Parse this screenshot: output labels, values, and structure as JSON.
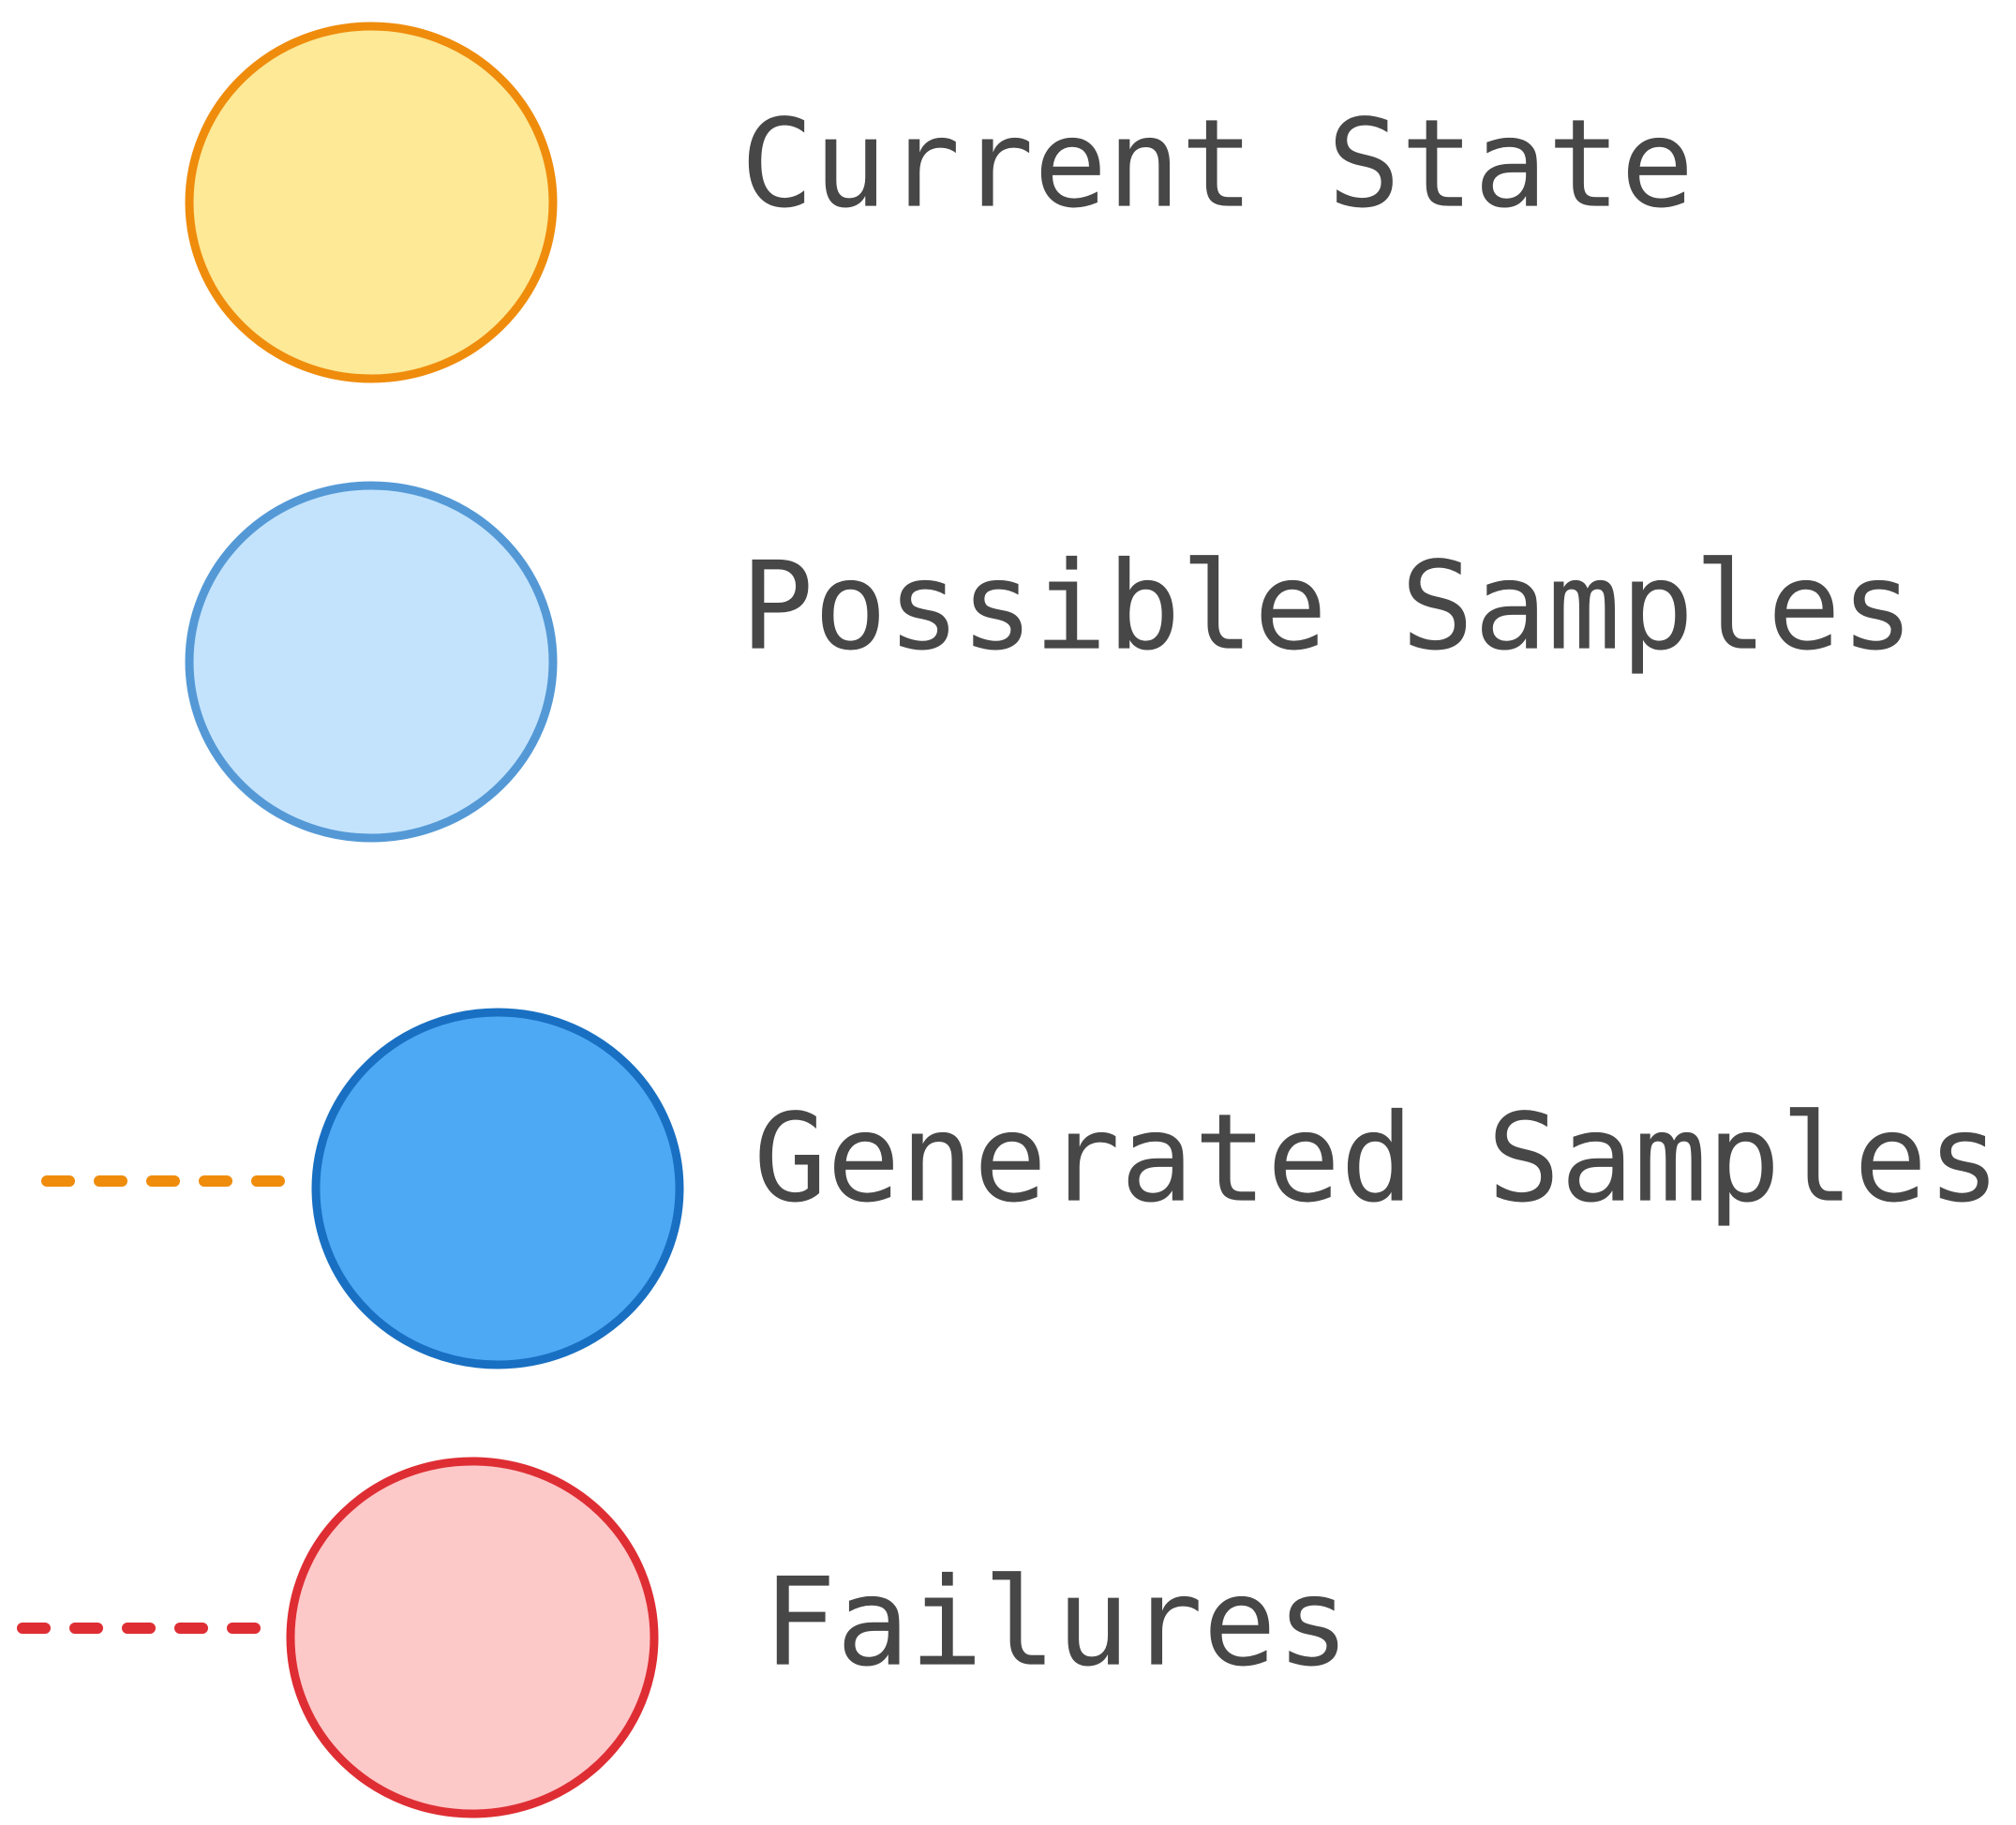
{
  "legend": {
    "items": [
      {
        "key": "current-state",
        "label": "Current State",
        "fill": "#fde996",
        "stroke": "#ef8c0c",
        "connector": null
      },
      {
        "key": "possible-samples",
        "label": "Possible Samples",
        "fill": "#c3e3fd",
        "stroke": "#5499d6",
        "connector": null
      },
      {
        "key": "generated-samples",
        "label": "Generated Samples",
        "fill": "#4ea9f5",
        "stroke": "#1970c2",
        "connector": {
          "style": "dashed",
          "color": "#ef8c0c"
        }
      },
      {
        "key": "failures",
        "label": "Failures",
        "fill": "#fdc8c8",
        "stroke": "#de2e34",
        "connector": {
          "style": "dashed",
          "color": "#de2e34"
        }
      }
    ]
  }
}
